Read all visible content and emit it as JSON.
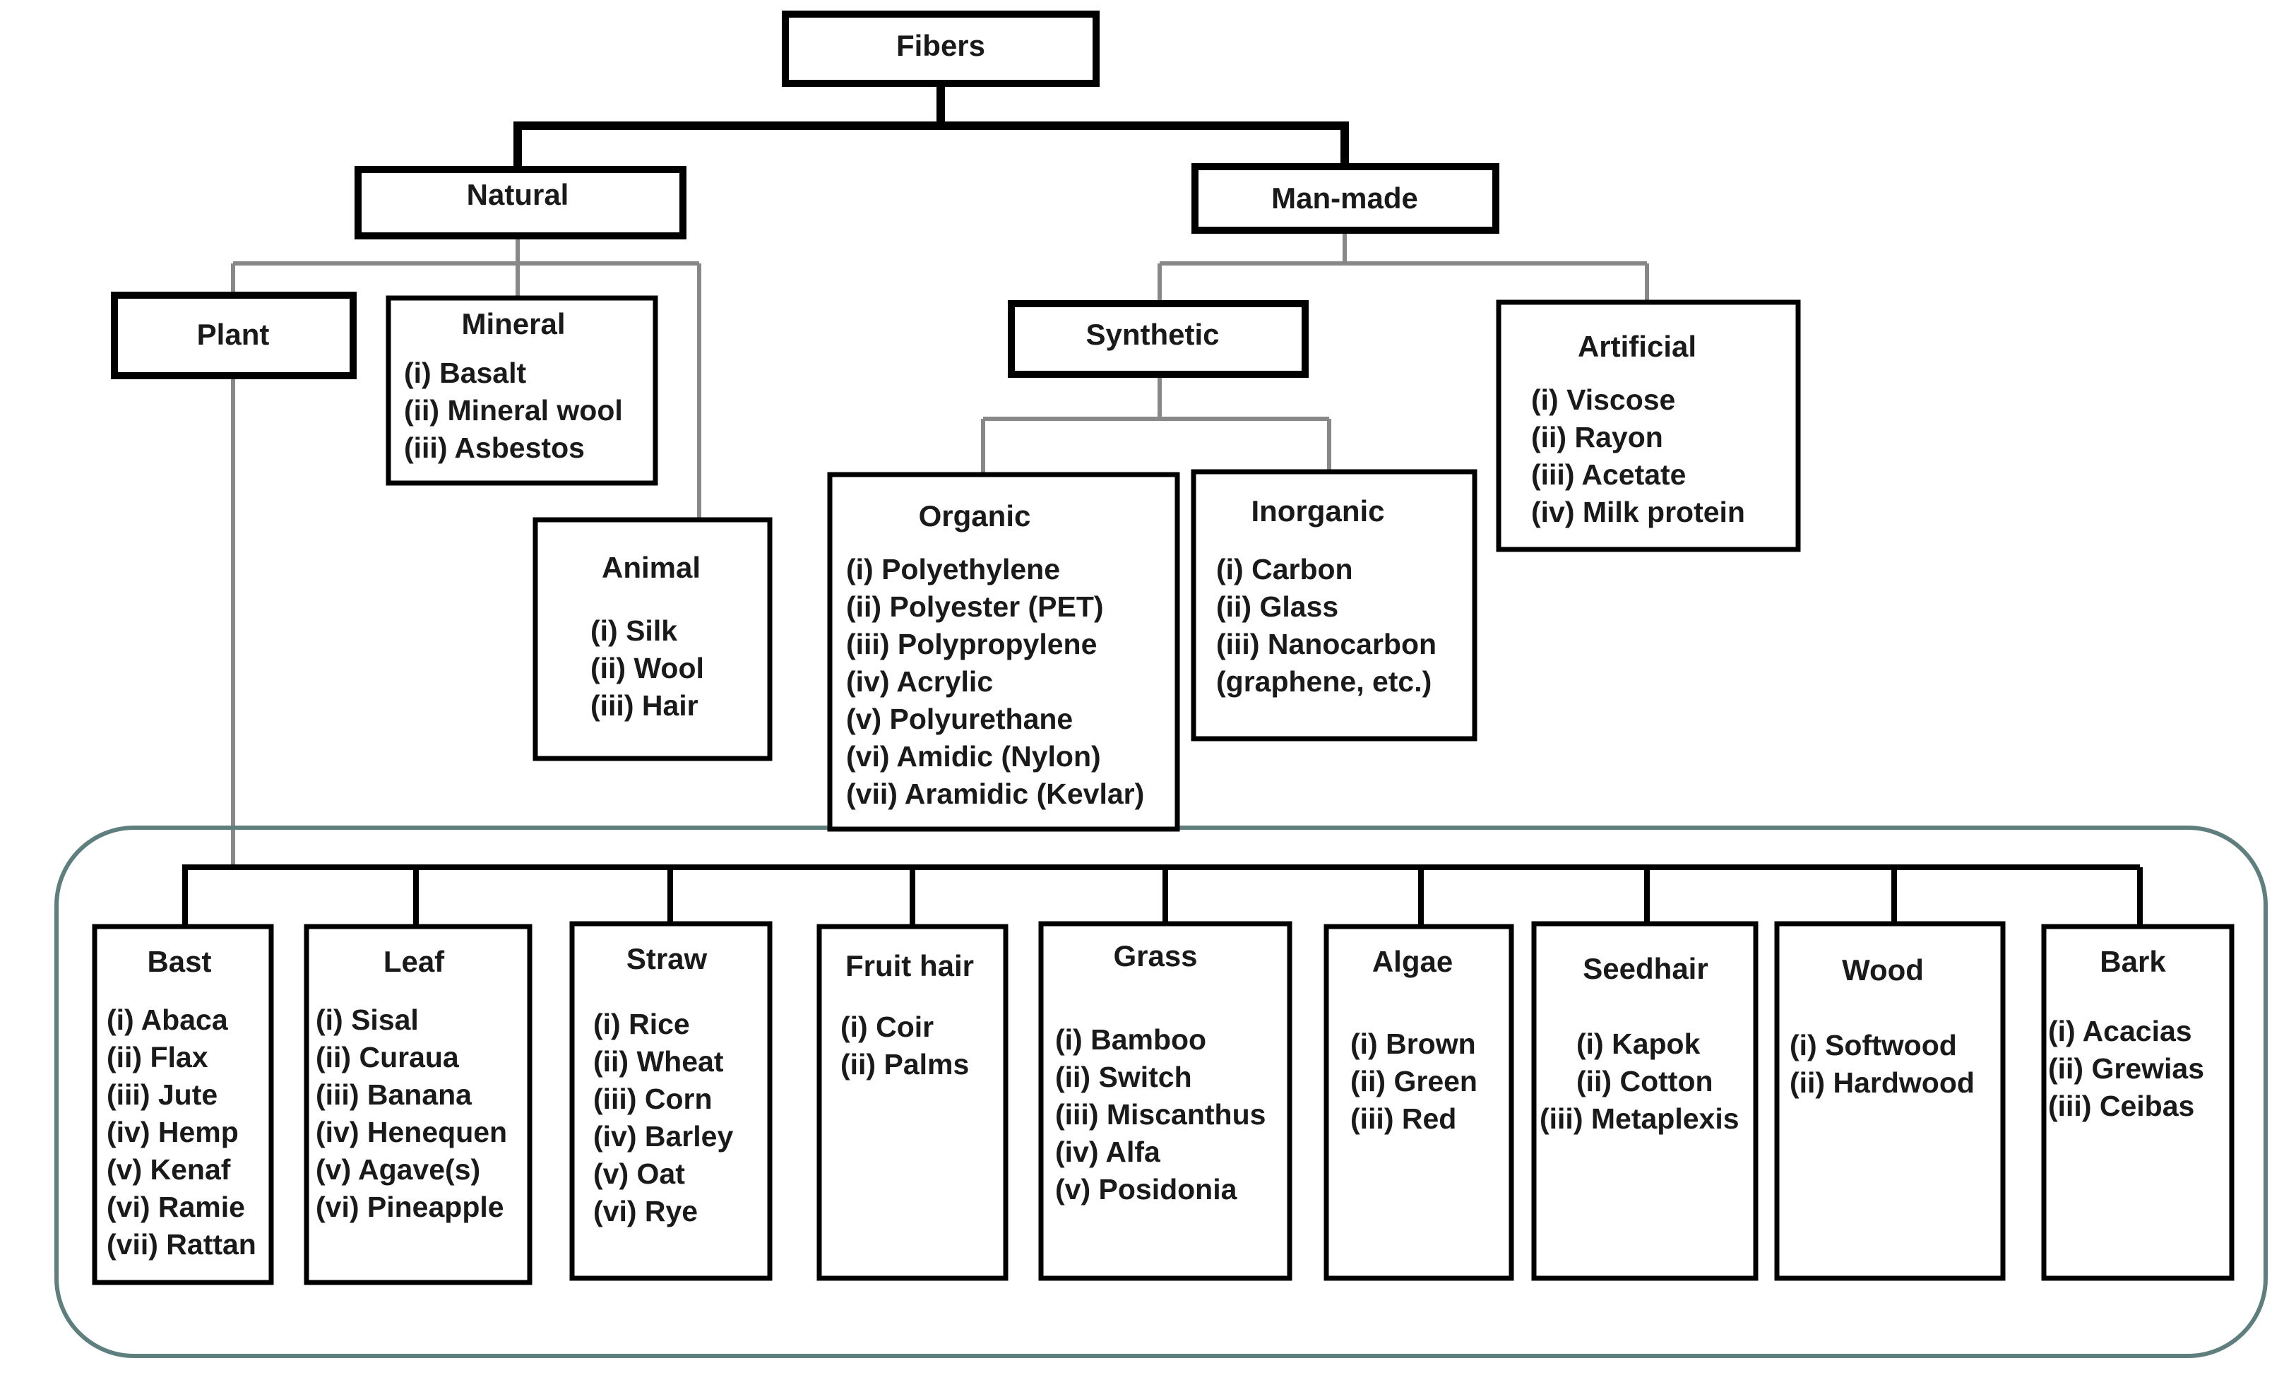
{
  "root": {
    "label": "Fibers"
  },
  "natural": {
    "label": "Natural"
  },
  "manmade": {
    "label": "Man-made"
  },
  "plant": {
    "label": "Plant"
  },
  "mineral": {
    "label": "Mineral",
    "items": [
      "(i) Basalt",
      "(ii) Mineral wool",
      "(iii) Asbestos"
    ]
  },
  "animal": {
    "label": "Animal",
    "items": [
      "(i) Silk",
      "(ii) Wool",
      "(iii) Hair"
    ]
  },
  "synthetic": {
    "label": "Synthetic"
  },
  "artificial": {
    "label": "Artificial",
    "items": [
      "(i) Viscose",
      "(ii) Rayon",
      "(iii) Acetate",
      "(iv) Milk protein"
    ]
  },
  "organic": {
    "label": "Organic",
    "items": [
      "(i) Polyethylene",
      "(ii) Polyester (PET)",
      "(iii) Polypropylene",
      "(iv) Acrylic",
      "(v) Polyurethane",
      "(vi) Amidic (Nylon)",
      "(vii) Aramidic (Kevlar)"
    ]
  },
  "inorganic": {
    "label": "Inorganic",
    "items": [
      "(i) Carbon",
      "(ii) Glass",
      "(iii) Nanocarbon",
      "(graphene, etc.)"
    ]
  },
  "plant_types": [
    {
      "label": "Bast",
      "items": [
        "(i) Abaca",
        "(ii) Flax",
        "(iii) Jute",
        "(iv) Hemp",
        "(v) Kenaf",
        "(vi) Ramie",
        "(vii) Rattan"
      ]
    },
    {
      "label": "Leaf",
      "items": [
        "(i) Sisal",
        "(ii) Curaua",
        "(iii) Banana",
        "(iv) Henequen",
        "(v) Agave(s)",
        "(vi) Pineapple"
      ]
    },
    {
      "label": "Straw",
      "items": [
        "(i) Rice",
        "(ii) Wheat",
        "(iii) Corn",
        "(iv) Barley",
        "(v) Oat",
        "(vi) Rye"
      ]
    },
    {
      "label": "Fruit hair",
      "items": [
        "(i) Coir",
        "(ii) Palms"
      ]
    },
    {
      "label": "Grass",
      "items": [
        "(i) Bamboo",
        "(ii) Switch",
        "(iii) Miscanthus",
        "(iv) Alfa",
        "(v) Posidonia"
      ]
    },
    {
      "label": "Algae",
      "items": [
        "(i) Brown",
        "(ii) Green",
        "(iii) Red"
      ]
    },
    {
      "label": "Seedhair",
      "items": [
        "(i) Kapok",
        "(ii) Cotton",
        "(iii) Metaplexis"
      ]
    },
    {
      "label": "Wood",
      "items": [
        "(i) Softwood",
        "(ii) Hardwood"
      ]
    },
    {
      "label": "Bark",
      "items": [
        "(i) Acacias",
        "(ii) Grewias",
        "(iii) Ceibas"
      ]
    }
  ]
}
